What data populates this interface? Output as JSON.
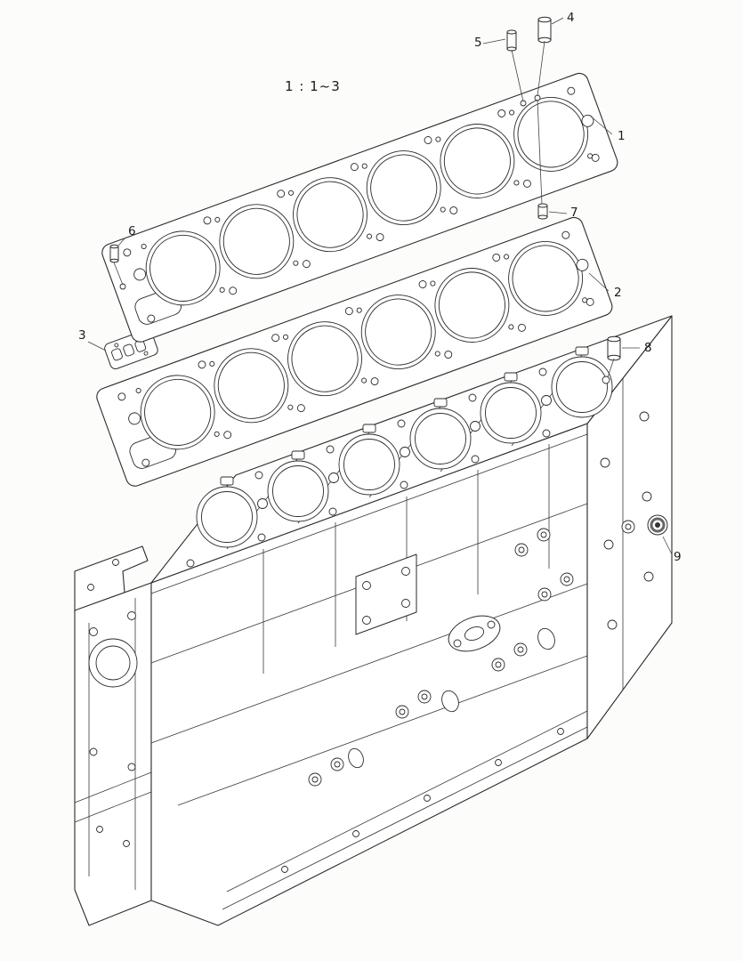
{
  "colors": {
    "background": "#fcfcfb",
    "line": "#2b2b2b",
    "page_border": "#c9c9c6"
  },
  "diagram": {
    "scale_label": "1 : 1~3",
    "callouts": [
      {
        "label": "1"
      },
      {
        "label": "2"
      },
      {
        "label": "3"
      },
      {
        "label": "4"
      },
      {
        "label": "5"
      },
      {
        "label": "6"
      },
      {
        "label": "7"
      },
      {
        "label": "8"
      },
      {
        "label": "9"
      }
    ]
  }
}
